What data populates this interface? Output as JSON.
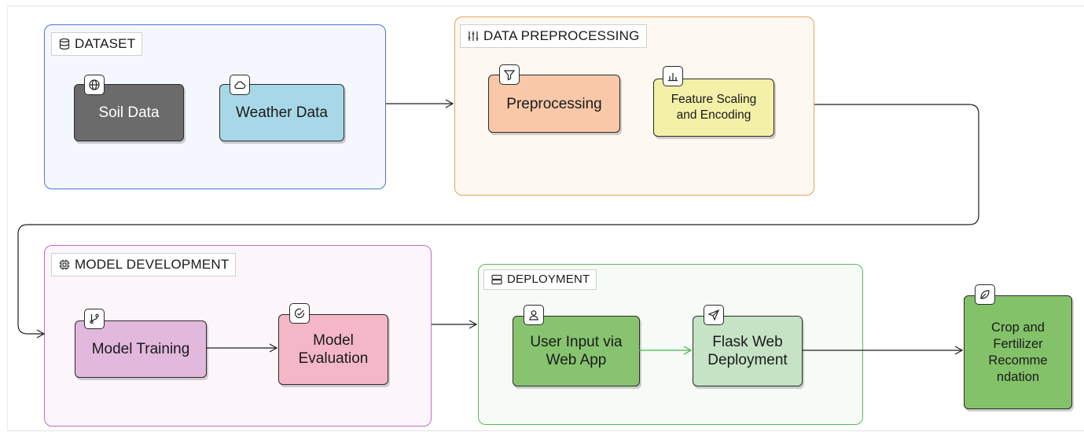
{
  "groups": {
    "dataset": {
      "label": "DATASET",
      "border": "#4f78c9",
      "fill": "#f4f7fd"
    },
    "preprocessing": {
      "label": "DATA PREPROCESSING",
      "border": "#e2a55a",
      "fill": "#fdf9f2"
    },
    "model": {
      "label": "MODEL DEVELOPMENT",
      "border": "#c26bc4",
      "fill": "#fcf6fb"
    },
    "deployment": {
      "label": "DEPLOYMENT",
      "border": "#5cb85c",
      "fill": "#f6fbf5"
    }
  },
  "nodes": {
    "soil": {
      "label": "Soil Data",
      "fill": "#6b6b6b",
      "text": "#ffffff",
      "icon": "globe-icon"
    },
    "weather": {
      "label": "Weather Data",
      "fill": "#a8d8e8",
      "icon": "cloud-icon"
    },
    "preprocessing": {
      "label": "Preprocessing",
      "fill": "#f8c8a8",
      "icon": "filter-icon"
    },
    "scaling": {
      "line1": "Feature Scaling",
      "line2": "and Encoding",
      "fill": "#f3f0a8",
      "icon": "bar-chart-icon"
    },
    "training": {
      "label": "Model Training",
      "fill": "#e2b8dd",
      "icon": "git-branch-icon"
    },
    "evaluation": {
      "line1": "Model",
      "line2": "Evaluation",
      "fill": "#f4b7c8",
      "icon": "check-circle-icon"
    },
    "user_input": {
      "line1": "User Input via",
      "line2": "Web App",
      "fill": "#88c470",
      "icon": "user-icon"
    },
    "flask": {
      "line1": "Flask Web",
      "line2": "Deployment",
      "fill": "#c6e3c6",
      "icon": "send-icon"
    },
    "recommendation": {
      "line1": "Crop and",
      "line2": "Fertilizer",
      "line3": "Recomme",
      "line4": "ndation",
      "fill": "#84c26a",
      "icon": "leaf-icon"
    }
  },
  "colors": {
    "edge": "#1f1f1f",
    "edge_green": "#4caf50",
    "node_border": "#2b2b2b"
  }
}
